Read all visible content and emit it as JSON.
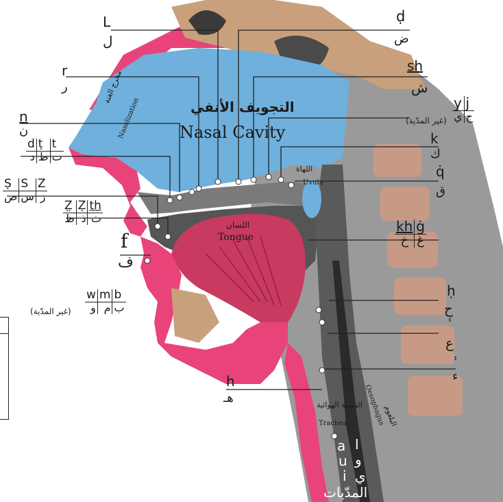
{
  "colors": {
    "nasal": "#6fb0dc",
    "pink": "#e8447a",
    "tissue": "#d98a6a",
    "grey": "#8a8a8a",
    "darkgrey": "#4a4a4a",
    "bone": "#caa07a",
    "tongue": "#c83a60"
  },
  "titles": {
    "nasal_ar": "التجويف الأنفي",
    "nasal_en": "Nasal Cavity",
    "nasalization_ar": "مخرج الغنة",
    "nasalization_en": "Nasalization",
    "uvula_ar": "اللهاة",
    "uvula_en": "Uvula",
    "tongue_ar": "اللسان",
    "tongue_en": "Tongue",
    "trachea_ar": "القصبة الهوائية",
    "trachea_en": "Trachea",
    "oeso_ar": "البلعوم",
    "oeso_en": "Oesophagus"
  },
  "labels": {
    "L": {
      "lat": "L",
      "ar": "ل"
    },
    "d_dot": {
      "lat": "ḍ",
      "ar": "ض"
    },
    "r": {
      "lat": "r",
      "ar": "ر"
    },
    "sh": {
      "lat": "sh",
      "ar": "ش"
    },
    "y": {
      "lat": "y",
      "ar": "ي",
      "note": "(غير المدّية)"
    },
    "j": {
      "lat": "j",
      "ar": "ج"
    },
    "n": {
      "lat": "n",
      "ar": "ن"
    },
    "k": {
      "lat": "k",
      "ar": "ك"
    },
    "q": {
      "lat": "q̇",
      "ar": "ق"
    },
    "dtt": {
      "lat": [
        "d",
        "ṭ",
        "t"
      ],
      "ar": [
        "د",
        "ط",
        "ت"
      ]
    },
    "ssz": {
      "lat": [
        "Ṣ",
        "S",
        "Z"
      ],
      "ar": [
        "ص",
        "س",
        "ز"
      ]
    },
    "zzth": {
      "lat": [
        "Z̤",
        "Ẓ",
        "th"
      ],
      "ar": [
        "ظ",
        "ذ",
        "ث"
      ]
    },
    "kh": {
      "lat": "kh",
      "ar": "خ"
    },
    "gh": {
      "lat": "ġ",
      "ar": "غ"
    },
    "f": {
      "lat": "f",
      "ar": "ف"
    },
    "wmb": {
      "lat": [
        "w",
        "m",
        "b"
      ],
      "ar": [
        "و",
        "م",
        "ب"
      ],
      "note": "(غير المدّية)"
    },
    "h_dot": {
      "lat": "ḥ",
      "ar": "ح"
    },
    "ayn": {
      "lat": "ʿ",
      "ar": "ع"
    },
    "hamza": {
      "lat": "ʾ",
      "ar": "ء"
    },
    "h": {
      "lat": "h",
      "ar": "هـ"
    },
    "vowels": {
      "lat": [
        "a",
        "u",
        "i"
      ],
      "ar": [
        "ا",
        "و",
        "ي"
      ],
      "caption": "المدّيات"
    }
  }
}
